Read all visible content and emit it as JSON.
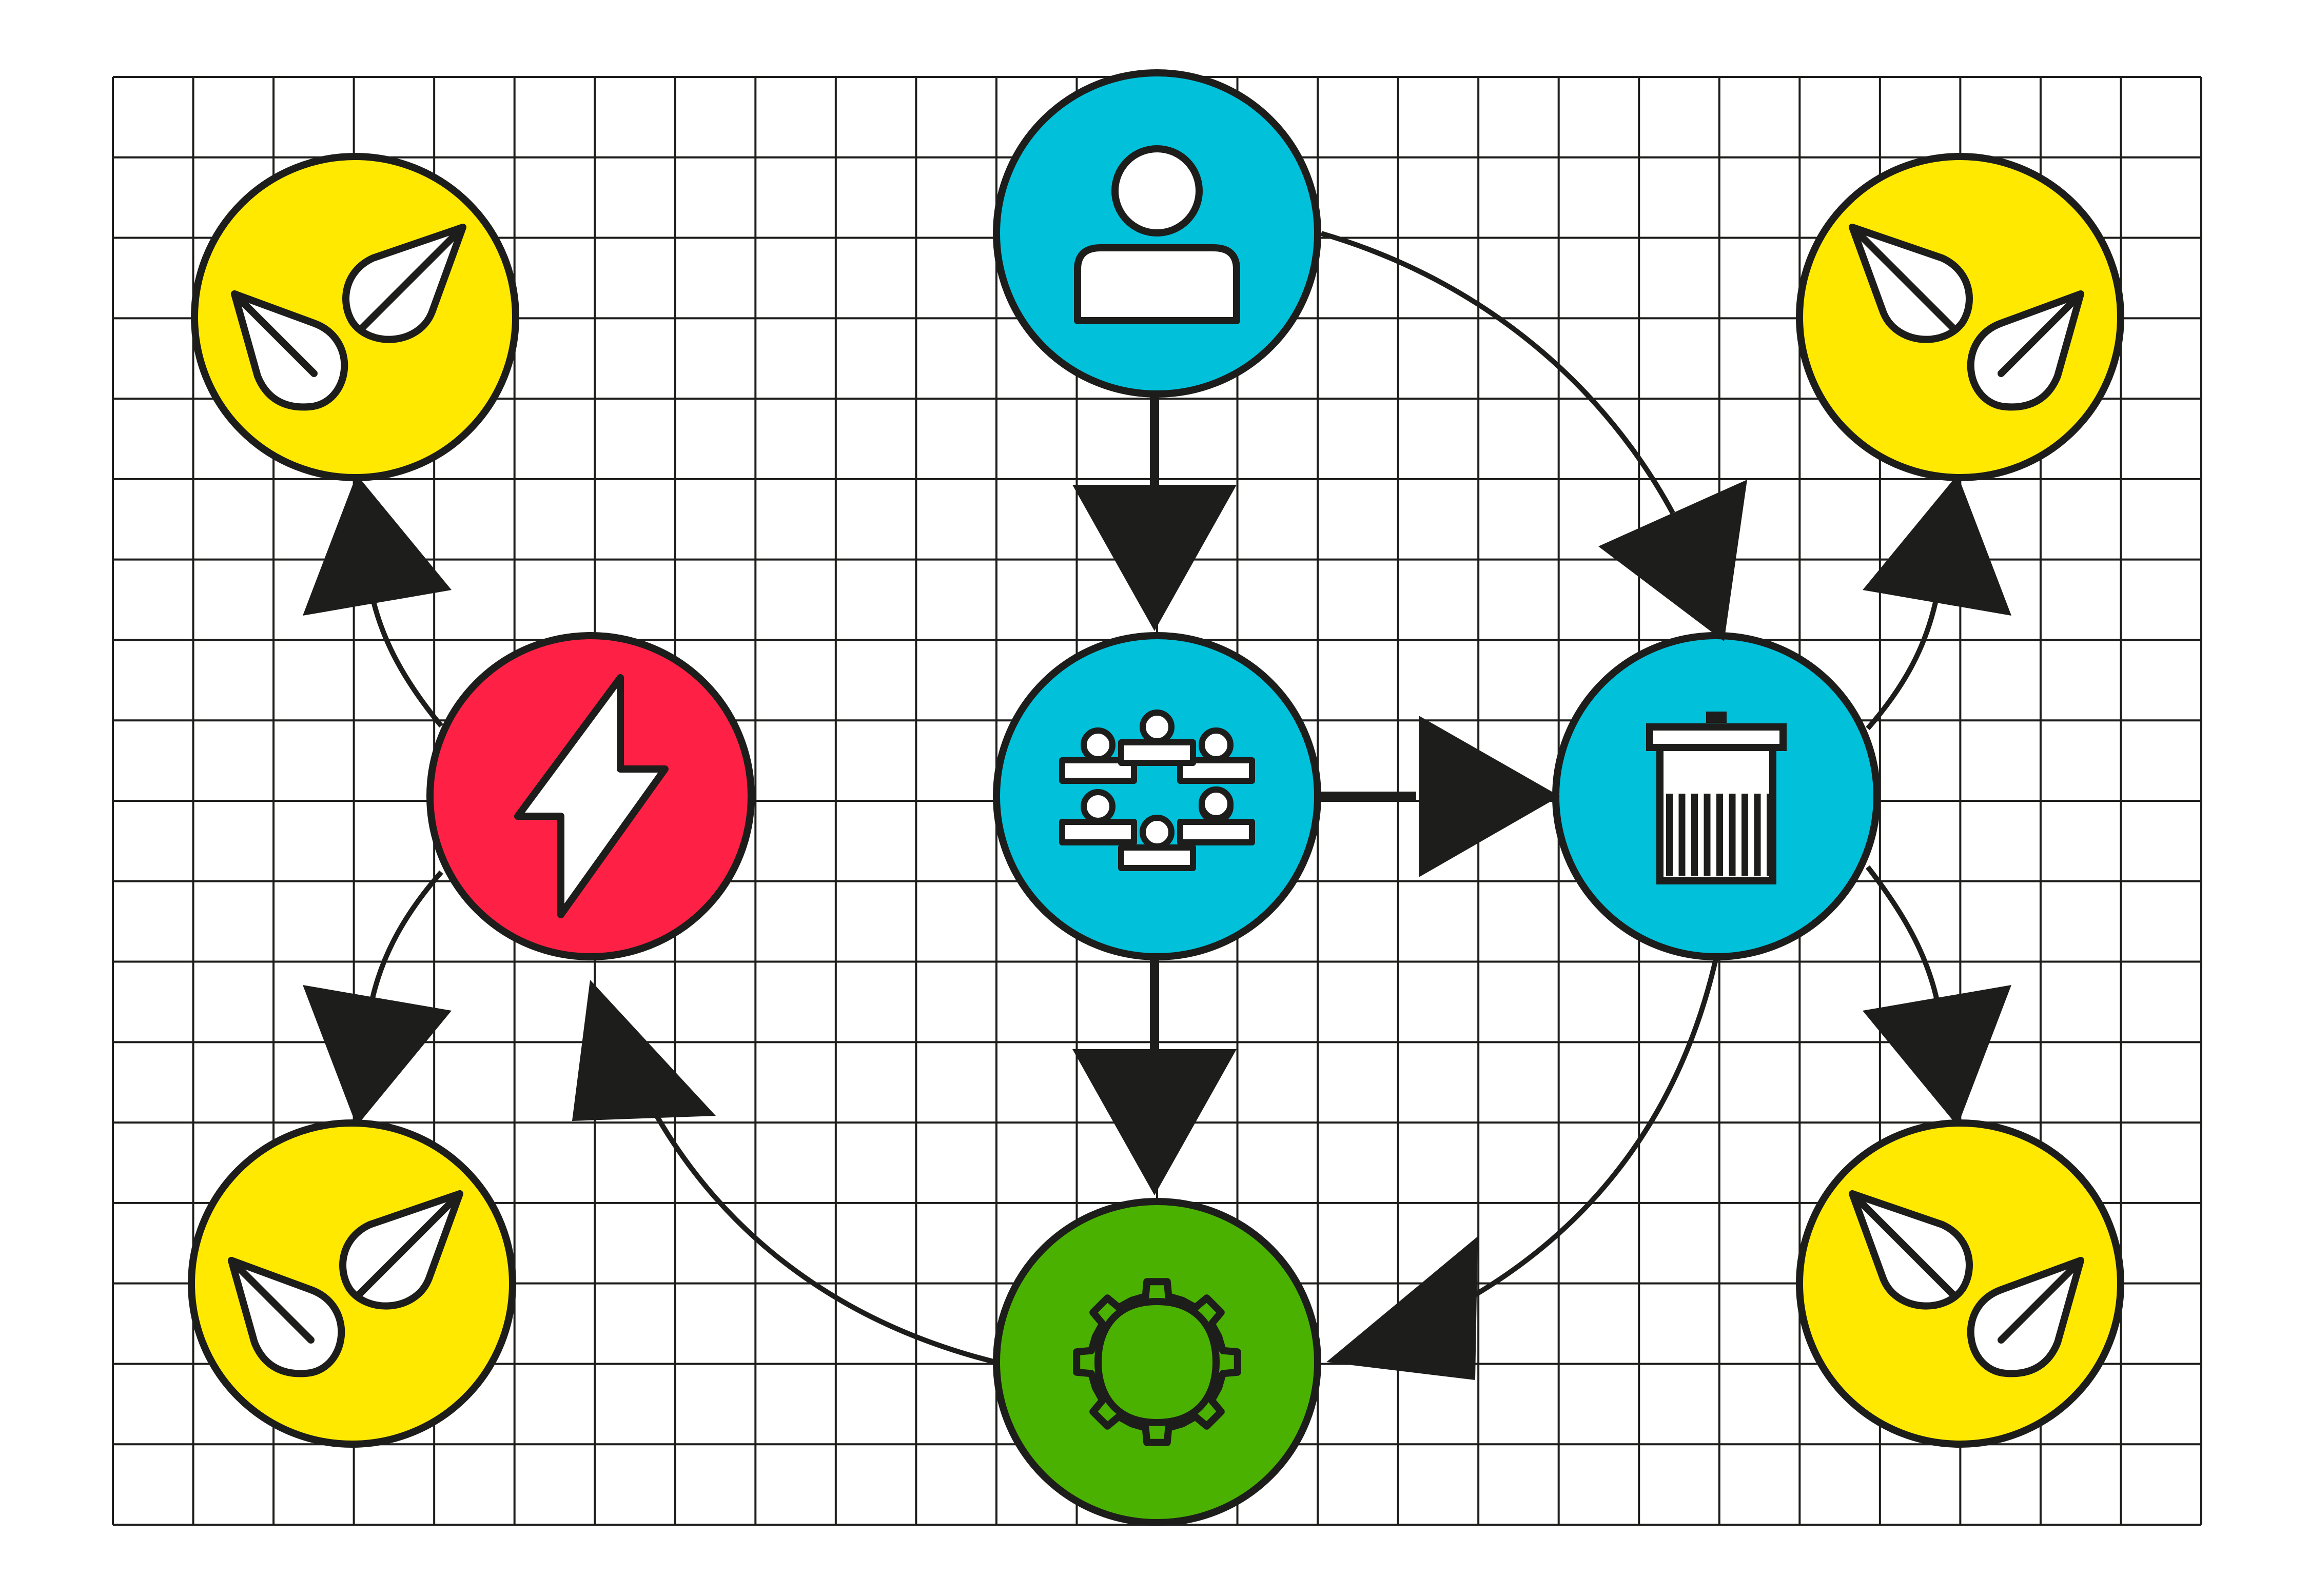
{
  "colors": {
    "background": "#ffffff",
    "grid": "#1d1d1b",
    "stroke": "#1d1d1b",
    "yellow": "#ffe900",
    "cyan": "#00c0da",
    "red": "#ff2145",
    "green": "#4bb100",
    "white": "#ffffff"
  },
  "nodes": [
    {
      "id": "leaf-top-left",
      "color": "yellow",
      "icon": "leaves-icon"
    },
    {
      "id": "user",
      "color": "cyan",
      "icon": "user-icon"
    },
    {
      "id": "leaf-top-right",
      "color": "yellow",
      "icon": "leaves-icon"
    },
    {
      "id": "energy",
      "color": "red",
      "icon": "lightning-bolt-icon"
    },
    {
      "id": "team",
      "color": "cyan",
      "icon": "team-icon"
    },
    {
      "id": "trash",
      "color": "cyan",
      "icon": "trash-bin-icon"
    },
    {
      "id": "leaf-bottom-left",
      "color": "yellow",
      "icon": "leaves-icon"
    },
    {
      "id": "settings",
      "color": "green",
      "icon": "gear-icon"
    },
    {
      "id": "leaf-bottom-right",
      "color": "yellow",
      "icon": "leaves-icon"
    }
  ],
  "connections": [
    {
      "from": "user",
      "to": "team",
      "kind": "straight"
    },
    {
      "from": "team",
      "to": "trash",
      "kind": "straight"
    },
    {
      "from": "team",
      "to": "settings",
      "kind": "straight"
    },
    {
      "from": "user",
      "to": "trash",
      "kind": "curved"
    },
    {
      "from": "trash",
      "to": "settings",
      "kind": "curved"
    },
    {
      "from": "settings",
      "to": "energy",
      "kind": "curved"
    },
    {
      "from": "energy",
      "to": "leaf-top-left",
      "kind": "curved"
    },
    {
      "from": "energy",
      "to": "leaf-bottom-left",
      "kind": "curved"
    },
    {
      "from": "trash",
      "to": "leaf-top-right",
      "kind": "curved"
    },
    {
      "from": "trash",
      "to": "leaf-bottom-right",
      "kind": "curved"
    }
  ]
}
